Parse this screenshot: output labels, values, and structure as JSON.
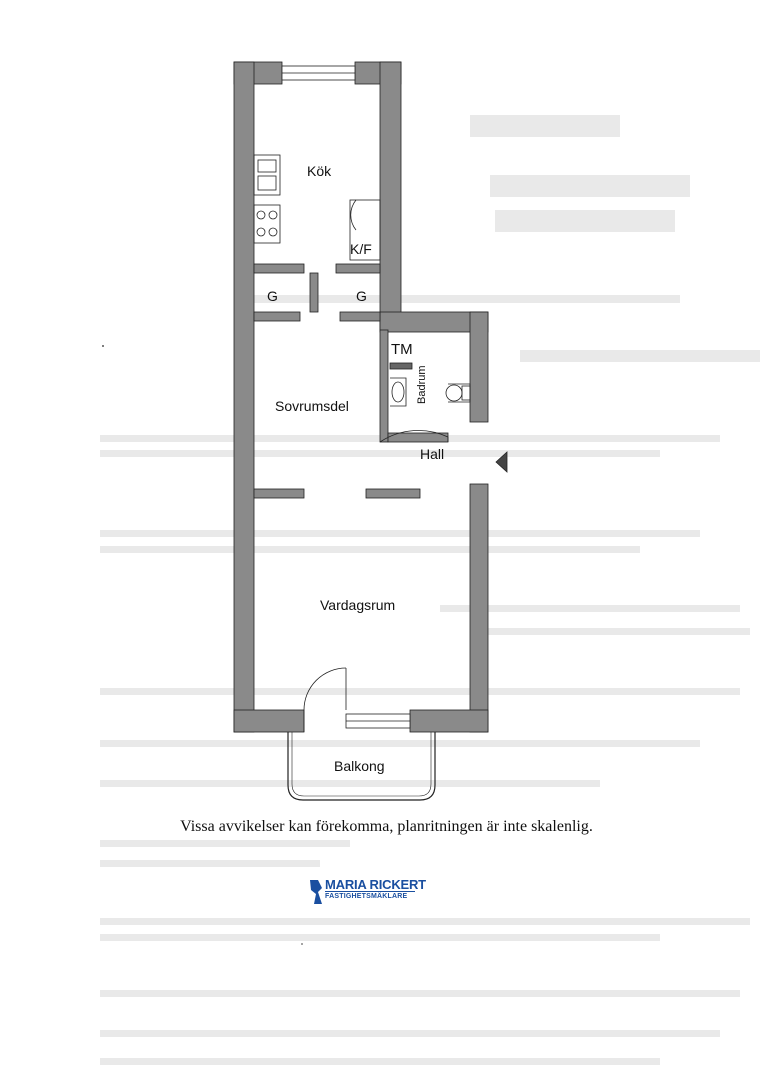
{
  "plan": {
    "rooms": {
      "kok": "Kök",
      "kf": "K/F",
      "g_left": "G",
      "g_right": "G",
      "tm": "TM",
      "badrum": "Badrum",
      "sovrumsdel": "Sovrumsdel",
      "hall": "Hall",
      "vardagsrum": "Vardagsrum",
      "balkong": "Balkong"
    },
    "colors": {
      "wall": "#8a8a8a",
      "outline": "#222222",
      "brand": "#1a4fa0"
    }
  },
  "caption": "Vissa avvikelser kan förekomma, planritningen är inte skalenlig.",
  "logo": {
    "name": "MARIA RICKERT",
    "subtitle": "FASTIGHETSMÄKLARE"
  }
}
